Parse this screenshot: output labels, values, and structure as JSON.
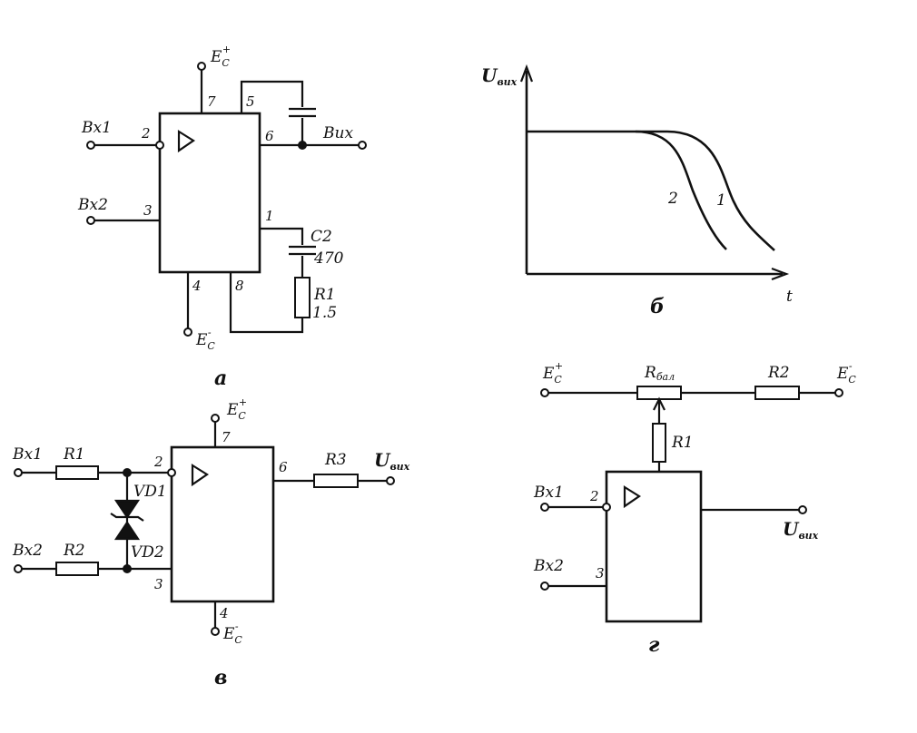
{
  "panel_a": {
    "caption": "а",
    "ec_plus": "E",
    "ec_minus": "E",
    "ec_sub": "C",
    "ec_sup_plus": "+",
    "ec_sup_minus": "-",
    "in1": "Bx1",
    "in2": "Bx2",
    "out": "Bux",
    "pin7": "7",
    "pin5": "5",
    "pin2": "2",
    "pin6": "6",
    "pin3": "3",
    "pin1": "1",
    "pin4": "4",
    "pin8": "8",
    "c2_name": "C2",
    "c2_value": "470",
    "r1_name": "R1",
    "r1_value": "1.5"
  },
  "panel_b": {
    "caption": "б",
    "y_label": "U",
    "y_sub": "вих",
    "x_label": "t",
    "curve1_label": "1",
    "curve2_label": "2"
  },
  "panel_v": {
    "caption": "в",
    "in1": "Bx1",
    "in2": "Bx2",
    "r1": "R1",
    "r2": "R2",
    "r3": "R3",
    "vd1": "VD1",
    "vd2": "VD2",
    "pin2": "2",
    "pin3": "3",
    "pin6": "6",
    "pin7": "7",
    "pin4": "4",
    "out": "U",
    "out_sub": "вих",
    "ec": "E",
    "ec_sub": "C",
    "ec_sup_plus": "+",
    "ec_sup_minus": "-"
  },
  "panel_g": {
    "caption": "г",
    "ec": "E",
    "ec_sub": "C",
    "ec_sup_plus": "+",
    "ec_sup_minus": "-",
    "r_bal": "R",
    "r_bal_sub": "бал",
    "r2": "R2",
    "r1": "R1",
    "in1": "Bx1",
    "in2": "Bx2",
    "pin2": "2",
    "pin3": "3",
    "out": "U",
    "out_sub": "вих"
  }
}
